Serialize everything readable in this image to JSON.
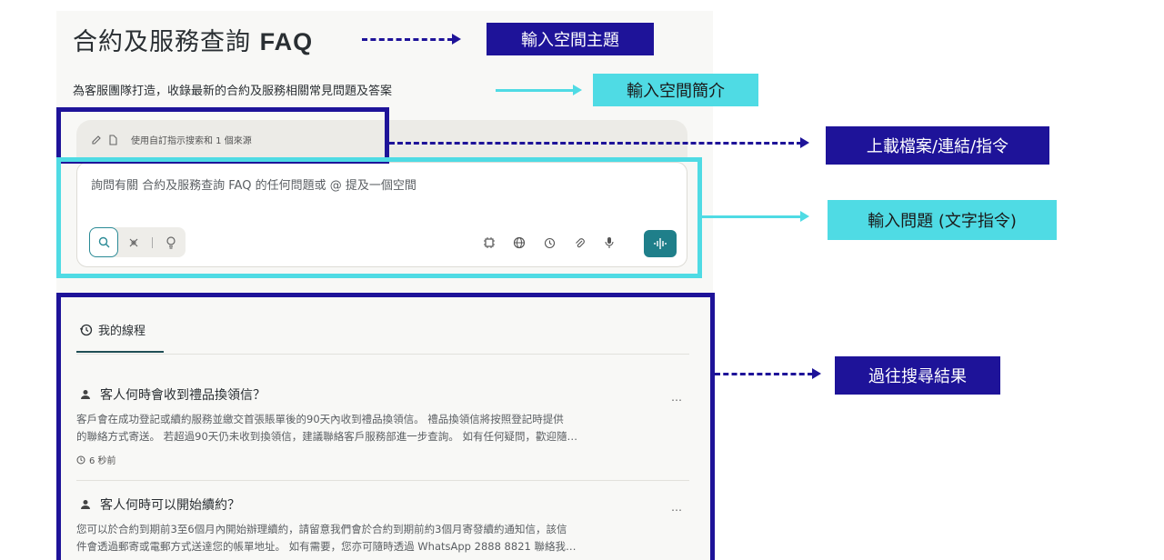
{
  "space": {
    "title_prefix": "合約及服務查詢",
    "title_suffix": "FAQ",
    "description": "為客服團隊打造，收錄最新的合約及服務相關常見問題及答案"
  },
  "sources": {
    "label": "使用自訂指示搜索和 1 個來源"
  },
  "query": {
    "placeholder": "詢問有關 合約及服務查詢 FAQ 的任何問題或 @ 提及一個空間"
  },
  "threads": {
    "heading": "我的線程",
    "items": [
      {
        "title": "客人何時會收到禮品換領信？",
        "body_line1": "客戶會在成功登記或續約服務並繳交首張賬單後的90天內收到禮品換領信。 禮品換領信將按照登記時提供",
        "body_line2": "的聯絡方式寄送。 若超過90天仍未收到換領信，建議聯絡客戶服務部進一步查詢。 如有任何疑問，歡迎隨…",
        "time": "6 秒前"
      },
      {
        "title": "客人何時可以開始續約？",
        "body_line1": "您可以於合約到期前3至6個月內開始辦理續約，請留意我們會於合約到期前約3個月寄發續約通知信，該信",
        "body_line2": "件會透過郵寄或電郵方式送達您的帳單地址。 如有需要，您亦可隨時透過 WhatsApp 2888 8821 聯絡我…"
      }
    ],
    "more_glyph": "…"
  },
  "callouts": {
    "space_title": "輸入空間主題",
    "space_desc": "輸入空間簡介",
    "upload": "上載檔案/連結/指令",
    "question": "輸入問題 (文字指令)",
    "history": "過往搜尋結果"
  },
  "colors": {
    "navy": "#1e1399",
    "teal": "#4fdbe4",
    "accent": "#1f7f8a"
  },
  "icons": [
    "edit-icon",
    "file-icon",
    "search-icon",
    "sparkle-icon",
    "lightbulb-icon",
    "chip-icon",
    "globe-icon",
    "clock-icon",
    "paperclip-icon",
    "mic-icon",
    "waveform-icon",
    "history-icon",
    "user-icon"
  ]
}
